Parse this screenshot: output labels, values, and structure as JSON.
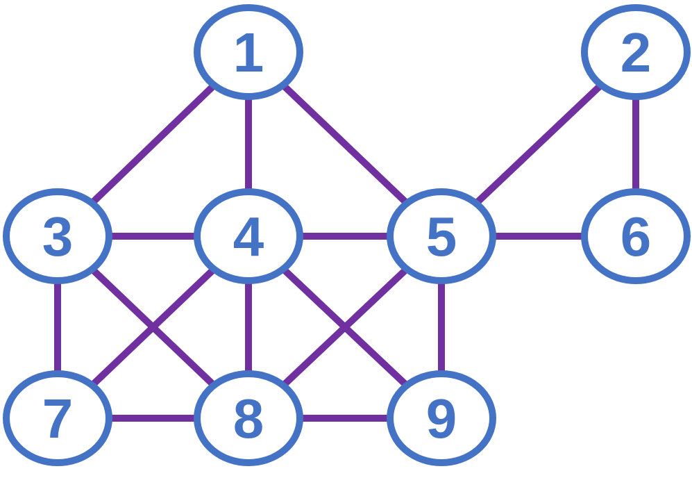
{
  "colors": {
    "node_stroke": "#4472C4",
    "node_fill": "#FFFFFF",
    "edge": "#7030A0",
    "label": "#4472C4"
  },
  "nodes": [
    {
      "id": "1",
      "label": "1"
    },
    {
      "id": "2",
      "label": "2"
    },
    {
      "id": "3",
      "label": "3"
    },
    {
      "id": "4",
      "label": "4"
    },
    {
      "id": "5",
      "label": "5"
    },
    {
      "id": "6",
      "label": "6"
    },
    {
      "id": "7",
      "label": "7"
    },
    {
      "id": "8",
      "label": "8"
    },
    {
      "id": "9",
      "label": "9"
    }
  ],
  "edges": [
    [
      "1",
      "3"
    ],
    [
      "1",
      "4"
    ],
    [
      "1",
      "5"
    ],
    [
      "2",
      "5"
    ],
    [
      "2",
      "6"
    ],
    [
      "3",
      "4"
    ],
    [
      "4",
      "5"
    ],
    [
      "5",
      "6"
    ],
    [
      "3",
      "7"
    ],
    [
      "3",
      "8"
    ],
    [
      "4",
      "7"
    ],
    [
      "4",
      "8"
    ],
    [
      "4",
      "9"
    ],
    [
      "5",
      "8"
    ],
    [
      "5",
      "9"
    ],
    [
      "7",
      "8"
    ],
    [
      "8",
      "9"
    ]
  ]
}
